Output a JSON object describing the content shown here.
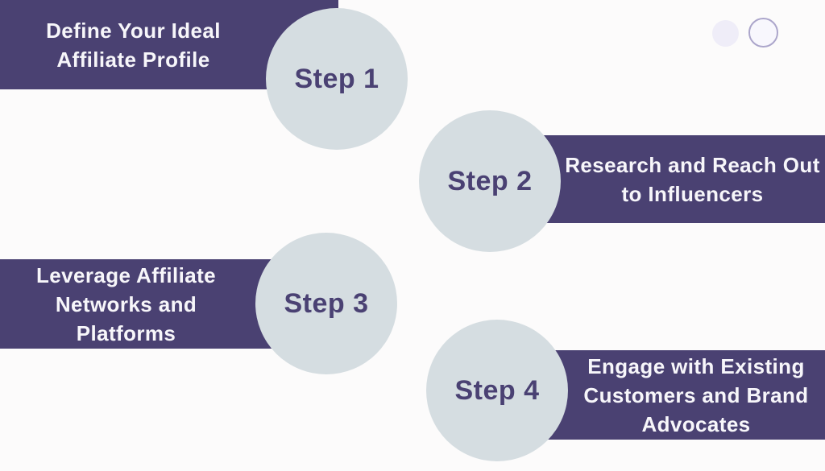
{
  "colors": {
    "banner-bg": "#4a4172",
    "banner-text": "#f7f6fa",
    "circle-bg": "#d5dde1",
    "step-text": "#4a4173",
    "page-bg": "#fcfbfb",
    "dot-fill": "#efedf8",
    "ring-fill": "#f8f7fd",
    "ring-border": "#aca6cb"
  },
  "steps": [
    {
      "label": "Step 1",
      "side": "left",
      "lines": [
        "Define Your Ideal",
        "Affiliate Profile"
      ]
    },
    {
      "label": "Step 2",
      "side": "right",
      "lines": [
        "Research and Reach Out",
        "to Influencers"
      ]
    },
    {
      "label": "Step 3",
      "side": "left",
      "lines": [
        "Leverage Affiliate",
        "Networks and",
        "Platforms"
      ]
    },
    {
      "label": "Step 4",
      "side": "right",
      "lines": [
        "Engage with Existing",
        "Customers and Brand",
        "Advocates"
      ]
    }
  ],
  "decor": {
    "dots": [
      "filled-dot",
      "outlined-dot"
    ]
  }
}
